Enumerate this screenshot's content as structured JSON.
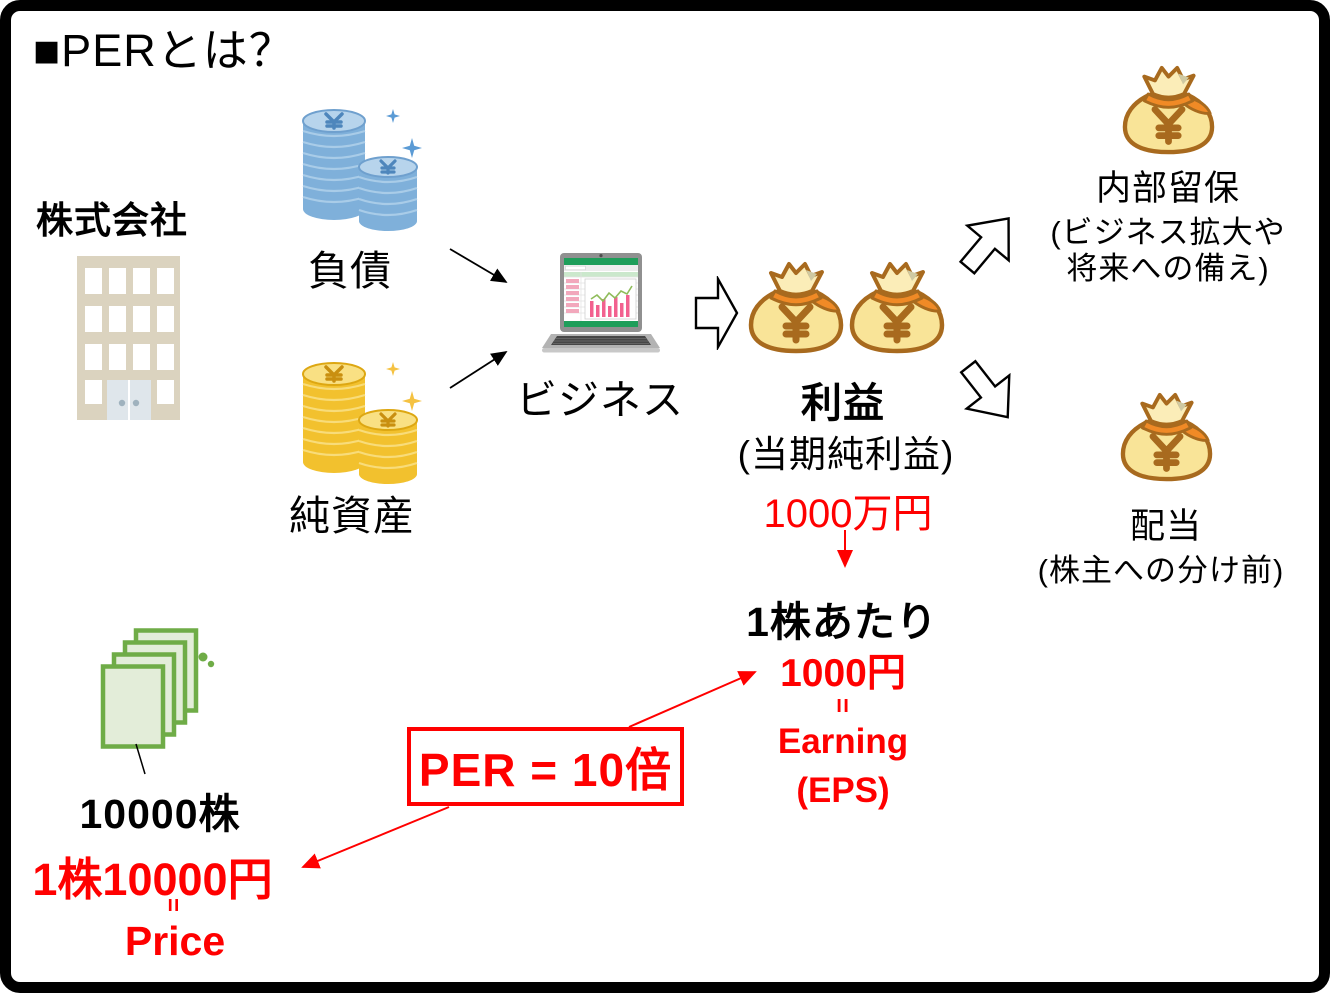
{
  "title": "■PERとは？",
  "colors": {
    "accent_red": "#FF0000",
    "text_black": "#000000",
    "coin_blue": "#7FB0DA",
    "coin_gold": "#F2C12E",
    "moneybag_yellow": "#F9E498",
    "moneybag_outline": "#A86A1E",
    "ribbon_orange": "#F08A26",
    "certificate_green": "#6FAC47",
    "building_beige": "#DBD3BF",
    "spreadsheet_green": "#1E9E5A"
  },
  "company": {
    "label": "株式会社",
    "icon": "building-icon"
  },
  "funding": {
    "debt": {
      "label": "負債",
      "icon": "blue-coin-stack-icon"
    },
    "equity": {
      "label": "純資産",
      "icon": "gold-coin-stack-icon"
    }
  },
  "business": {
    "label": "ビジネス",
    "icon": "laptop-icon"
  },
  "profit": {
    "label": "利益",
    "note": "(当期純利益)",
    "amount": "1000万円",
    "icon": "money-bag-icon"
  },
  "retained_earnings": {
    "label": "内部留保",
    "note_line1": "(ビジネス拡大や",
    "note_line2": "将来への備え)",
    "icon": "money-bag-icon"
  },
  "dividend": {
    "label": "配当",
    "note": "(株主への分け前)",
    "icon": "money-bag-icon"
  },
  "eps": {
    "heading": "1株あたり",
    "amount": "1000円",
    "equals": "=",
    "label": "Earning",
    "abbr": "(EPS)"
  },
  "shares": {
    "count": "10000株",
    "icon": "share-certificates-icon"
  },
  "price": {
    "amount": "1株10000円",
    "equals": "=",
    "label": "Price"
  },
  "per": {
    "formula": "PER = 10倍"
  }
}
